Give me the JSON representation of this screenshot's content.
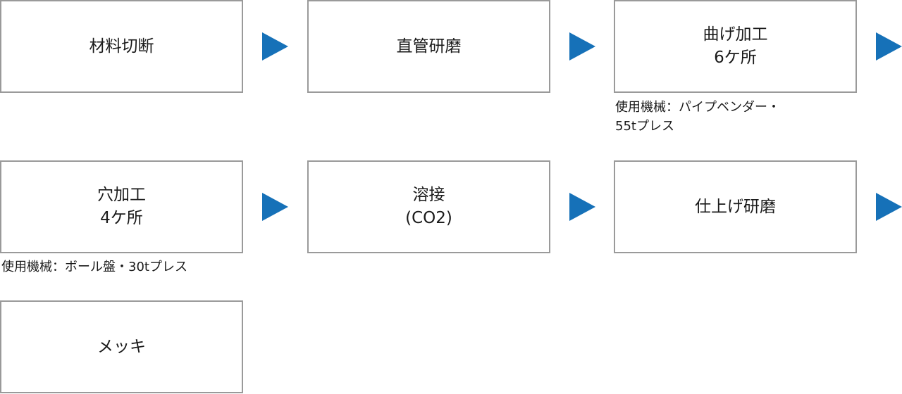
{
  "steps": [
    {
      "lines": [
        "材料切断"
      ]
    },
    {
      "lines": [
        "直管研磨"
      ]
    },
    {
      "lines": [
        "曲げ加工",
        "6ケ所"
      ]
    },
    {
      "lines": [
        "穴加工",
        "4ケ所"
      ]
    },
    {
      "lines": [
        "溶接",
        "(CO2)"
      ]
    },
    {
      "lines": [
        "仕上げ研磨"
      ]
    },
    {
      "lines": [
        "メッキ"
      ]
    }
  ],
  "notes": {
    "bending": [
      "使用機械：パイプベンダー・",
      "55tプレス"
    ],
    "drilling": [
      "使用機械：ボール盤・30tプレス"
    ]
  },
  "colors": {
    "arrow": "#1671b8",
    "box_border": "#9a9a9a",
    "text": "#1a1a1a"
  }
}
